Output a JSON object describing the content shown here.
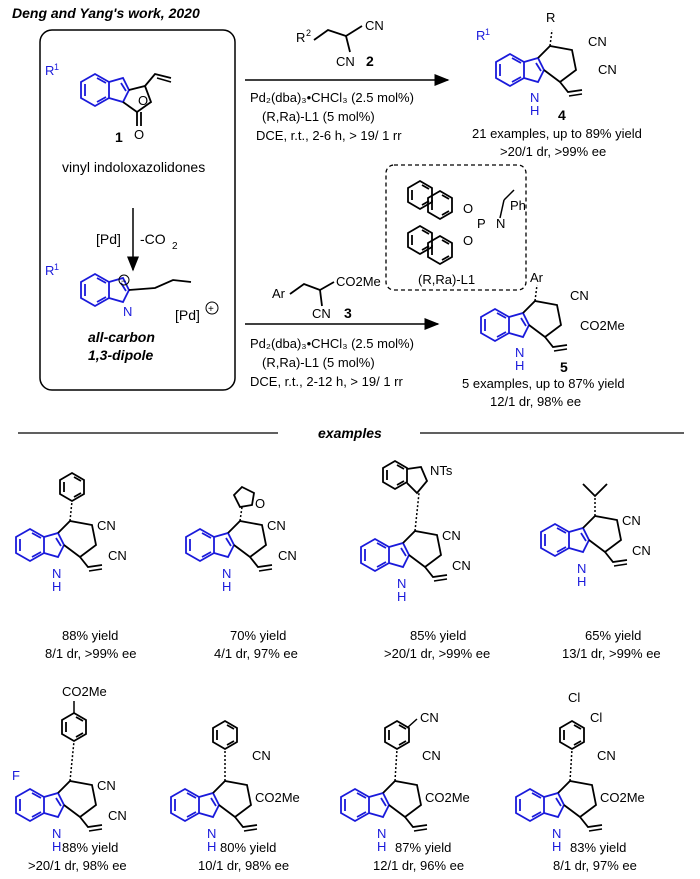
{
  "header": {
    "title": "Deng and Yang's work, 2020"
  },
  "reactant": {
    "number": "1",
    "name": "vinyl indoloxazolidones",
    "step_reagent": "[Pd]",
    "step_loss": "-CO",
    "step_loss_sub": "2",
    "dipole_label_1": "all-carbon",
    "dipole_label_2": "1,3-dipole"
  },
  "reaction_top": {
    "reagent_number": "2",
    "catalyst": "Pd₂(dba)₃•CHCl₃ (2.5 mol%)",
    "ligand": "(R,Ra)-L1 (5 mol%)",
    "conditions": "DCE, r.t., 2-6 h, > 19/ 1 rr",
    "product_number": "4",
    "summary_1": "21 examples, up to 89% yield",
    "summary_2": ">20/1 dr, >99% ee"
  },
  "reaction_bottom": {
    "reagent_number": "3",
    "catalyst": "Pd₂(dba)₃•CHCl₃ (2.5 mol%)",
    "ligand": "(R,Ra)-L1 (5 mol%)",
    "conditions": "DCE, r.t., 2-12 h, > 19/ 1 rr",
    "product_number": "5",
    "summary_1": "5 examples, up to 87% yield",
    "summary_2": "12/1 dr, 98% ee"
  },
  "ligand_box": {
    "label": "(R,Ra)-L1"
  },
  "examples_header": "examples",
  "examples": [
    {
      "yield": "88% yield",
      "selectivity": "8/1 dr, >99% ee"
    },
    {
      "yield": "70% yield",
      "selectivity": "4/1 dr, 97% ee"
    },
    {
      "yield": "85% yield",
      "selectivity": ">20/1 dr, >99% ee"
    },
    {
      "yield": "65% yield",
      "selectivity": "13/1 dr, >99% ee"
    },
    {
      "yield": "88% yield",
      "selectivity": ">20/1 dr, 98% ee"
    },
    {
      "yield": "80% yield",
      "selectivity": "10/1 dr, 98% ee"
    },
    {
      "yield": "87% yield",
      "selectivity": "12/1 dr, 96% ee"
    },
    {
      "yield": "83% yield",
      "selectivity": "8/1 dr, 97% ee"
    }
  ],
  "colors": {
    "indole": "#1a1adb",
    "text": "#000000"
  }
}
